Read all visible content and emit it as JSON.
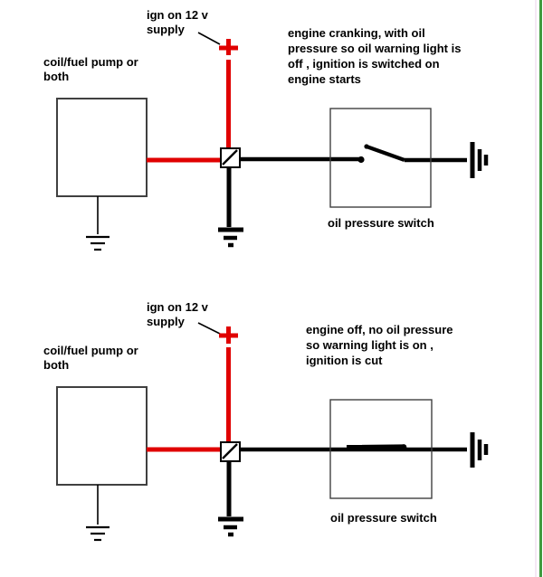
{
  "colors": {
    "background": "#ffffff",
    "text": "#000000",
    "wire_red": "#e00000",
    "wire_black": "#000000",
    "box_border": "#404040",
    "border_green": "#3f9b3f",
    "border_pink": "#f5e8f5"
  },
  "top_diagram": {
    "supply_label": "ign on 12 v\nsupply",
    "pump_label": "coil/fuel pump or\nboth",
    "description": "engine cranking, with oil\npressure so oil warning light is\noff , ignition is switched on\nengine starts",
    "switch_label": "oil pressure switch",
    "switch_state": "open"
  },
  "bottom_diagram": {
    "supply_label": "ign on 12 v\nsupply",
    "pump_label": "coil/fuel pump or\nboth",
    "description": "engine off, no oil pressure\nso warning light is on ,\nignition is cut",
    "switch_label": "oil pressure switch",
    "switch_state": "closed"
  },
  "symbols": {
    "supply_terminal": "plus-cross-icon",
    "chassis_ground": "ground-icon",
    "relay_junction": "junction-box-icon"
  }
}
